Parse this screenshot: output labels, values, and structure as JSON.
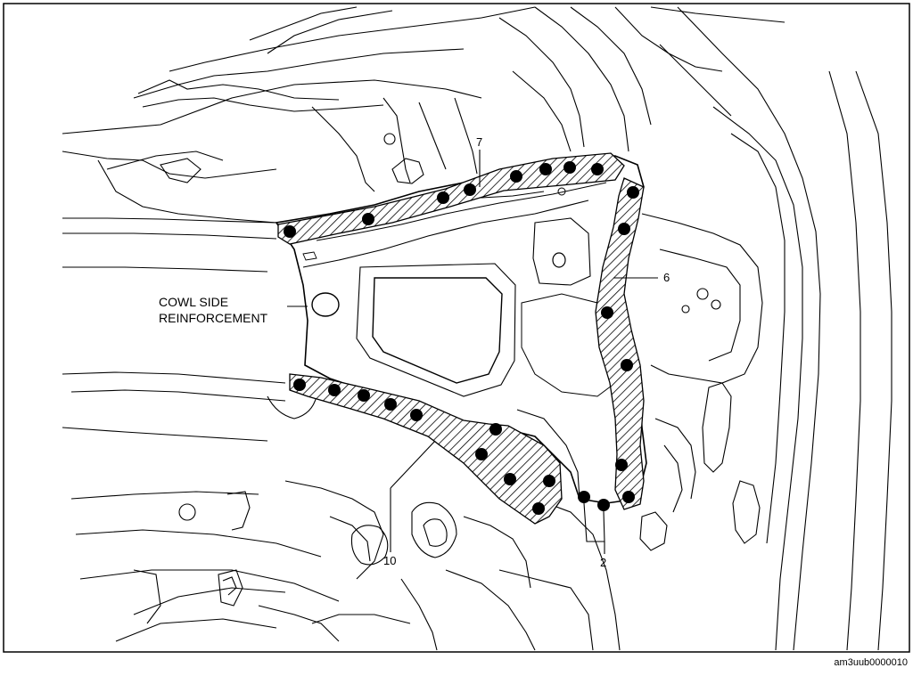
{
  "labels": {
    "part_name_line1": "COWL SIDE",
    "part_name_line2": "REINFORCEMENT",
    "callout_7": "7",
    "callout_6": "6",
    "callout_10": "10",
    "callout_2": "2",
    "reference_code": "am3uub0000010"
  },
  "colors": {
    "line": "#000000",
    "background": "#ffffff",
    "weld_spot": "#000000"
  }
}
